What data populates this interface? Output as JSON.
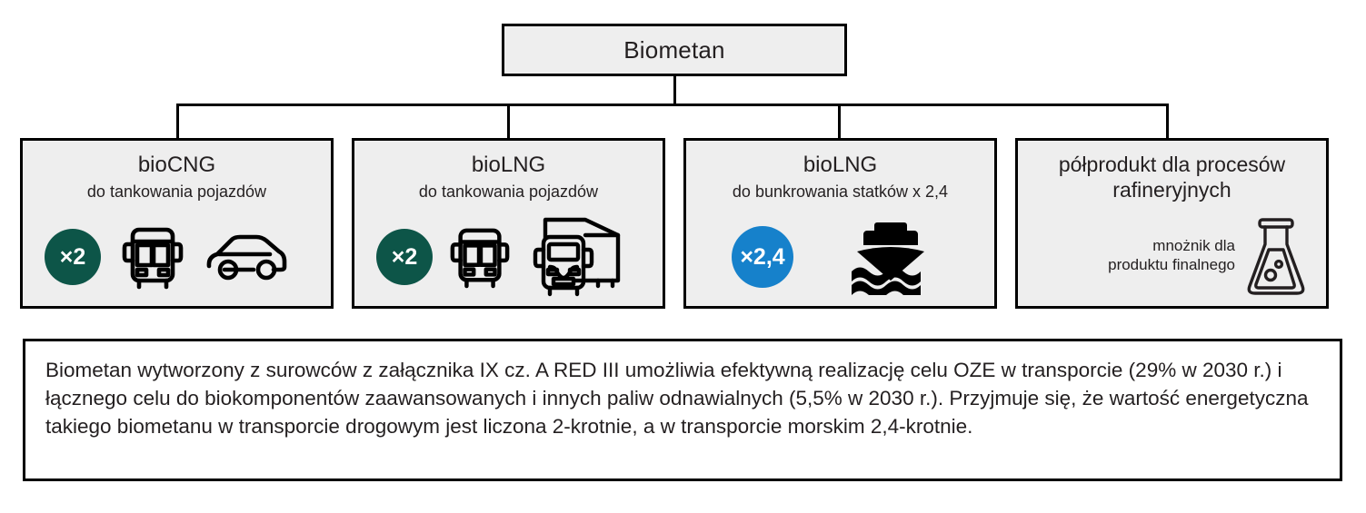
{
  "diagram": {
    "root": {
      "label": "Biometan"
    },
    "branches": [
      {
        "id": "biocng",
        "title": "bioCNG",
        "subtitle": "do tankowania pojazdów",
        "badge": {
          "text": "×2",
          "color": "#0d5548",
          "style": "green"
        },
        "icons": [
          "bus-icon",
          "car-icon"
        ]
      },
      {
        "id": "biolng-vehicles",
        "title": "bioLNG",
        "subtitle": "do tankowania pojazdów",
        "badge": {
          "text": "×2",
          "color": "#0d5548",
          "style": "green"
        },
        "icons": [
          "bus-icon",
          "truck-icon"
        ]
      },
      {
        "id": "biolng-bunkering",
        "title": "bioLNG",
        "subtitle": "do bunkrowania statków x 2,4",
        "badge": {
          "text": "×2,4",
          "color": "#1681cb",
          "style": "blue"
        },
        "icons": [
          "ship-icon"
        ]
      },
      {
        "id": "refinery-intermediate",
        "title": "półprodukt dla\nprocesów rafineryjnych",
        "subtitle": "",
        "note": "mnożnik dla\nproduktu finalnego",
        "icons": [
          "flask-icon"
        ]
      }
    ],
    "footer_note": "Biometan wytworzony z surowców z załącznika IX cz. A RED III umożliwia efektywną realizację celu OZE w transporcie (29% w 2030 r.) i łącznego celu do biokomponentów zaawansowanych i innych paliw odnawialnych (5,5% w 2030 r.). Przyjmuje się, że wartość energetyczna takiego biometanu w transporcie drogowym jest liczona 2-krotnie, a w transporcie morskim 2,4-krotnie.",
    "colors": {
      "box_fill": "#eeeeee",
      "box_border": "#000000",
      "text": "#231f20",
      "green_badge": "#0d5548",
      "blue_badge": "#1681cb",
      "note_fill": "#ffffff"
    }
  }
}
